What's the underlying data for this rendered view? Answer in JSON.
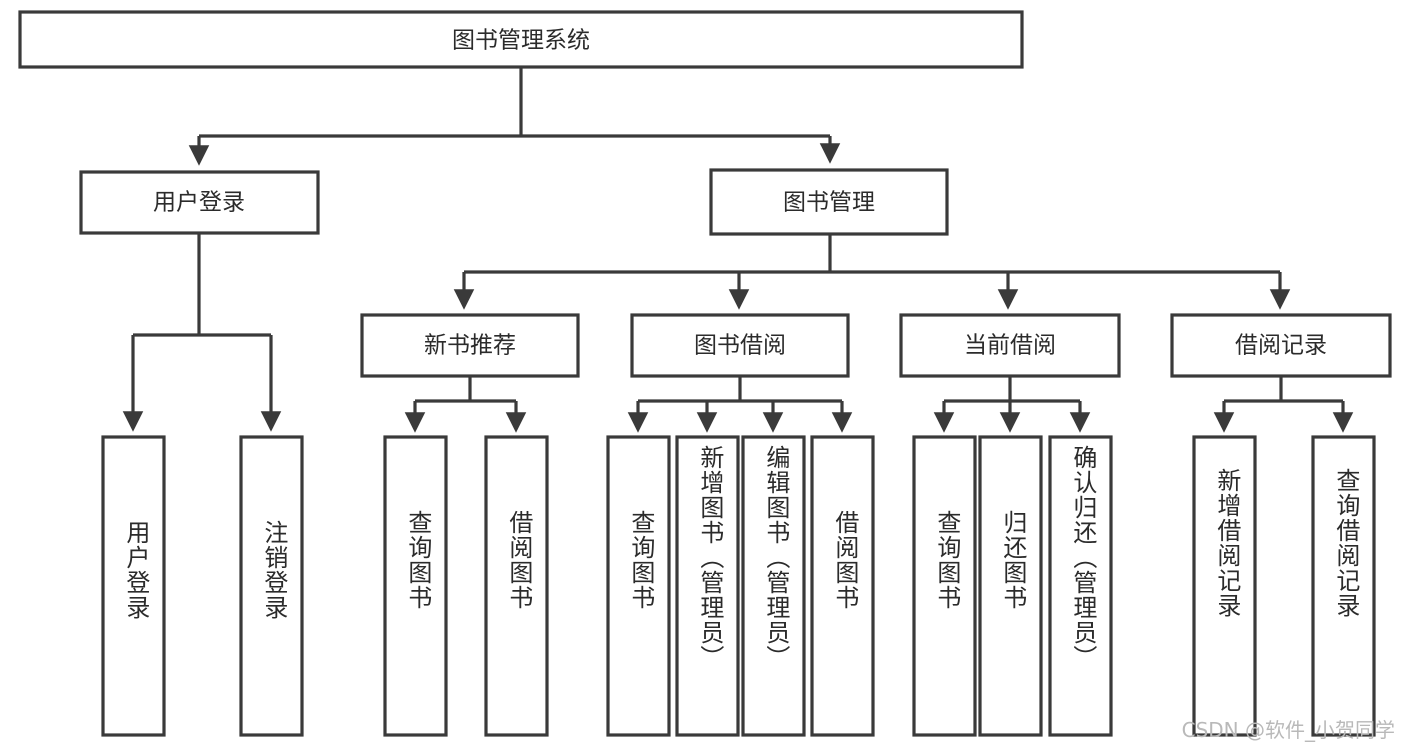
{
  "diagram": {
    "type": "tree",
    "title": "图书管理系统",
    "orientation": "top-down",
    "levels": 4,
    "root": {
      "id": "root",
      "label": "图书管理系统"
    },
    "level2": [
      {
        "id": "user-login",
        "label": "用户登录"
      },
      {
        "id": "book-manage",
        "label": "图书管理"
      }
    ],
    "level3": [
      {
        "id": "new-book-rec",
        "label": "新书推荐",
        "parent": "book-manage"
      },
      {
        "id": "book-borrow",
        "label": "图书借阅",
        "parent": "book-manage"
      },
      {
        "id": "current-borrow",
        "label": "当前借阅",
        "parent": "book-manage"
      },
      {
        "id": "borrow-record",
        "label": "借阅记录",
        "parent": "book-manage"
      }
    ],
    "leaves": [
      {
        "id": "leaf-user-login",
        "label": "用户登录",
        "parent": "user-login"
      },
      {
        "id": "leaf-logout-login",
        "label": "注销登录",
        "parent": "user-login"
      },
      {
        "id": "leaf-query-book-1",
        "label": "查询图书",
        "parent": "new-book-rec"
      },
      {
        "id": "leaf-borrow-book-1",
        "label": "借阅图书",
        "parent": "new-book-rec"
      },
      {
        "id": "leaf-query-book-2",
        "label": "查询图书",
        "parent": "book-borrow"
      },
      {
        "id": "leaf-add-book",
        "label": "新增图书（管理员）",
        "parent": "book-borrow"
      },
      {
        "id": "leaf-edit-book",
        "label": "编辑图书（管理员）",
        "parent": "book-borrow"
      },
      {
        "id": "leaf-borrow-book-2",
        "label": "借阅图书",
        "parent": "book-borrow"
      },
      {
        "id": "leaf-query-book-3",
        "label": "查询图书",
        "parent": "current-borrow"
      },
      {
        "id": "leaf-return-book",
        "label": "归还图书",
        "parent": "current-borrow"
      },
      {
        "id": "leaf-confirm-return",
        "label": "确认归还（管理员）",
        "parent": "current-borrow"
      },
      {
        "id": "leaf-add-record",
        "label": "新增借阅记录",
        "parent": "borrow-record"
      },
      {
        "id": "leaf-query-record",
        "label": "查询借阅记录",
        "parent": "borrow-record"
      }
    ]
  },
  "colors": {
    "stroke": "#3a3a3a",
    "fill": "#ffffff",
    "text": "#2b2b2b",
    "watermark": "#b9b9b9",
    "background": "#ffffff"
  },
  "watermark": {
    "text": "CSDN @软件_小贺同学"
  }
}
